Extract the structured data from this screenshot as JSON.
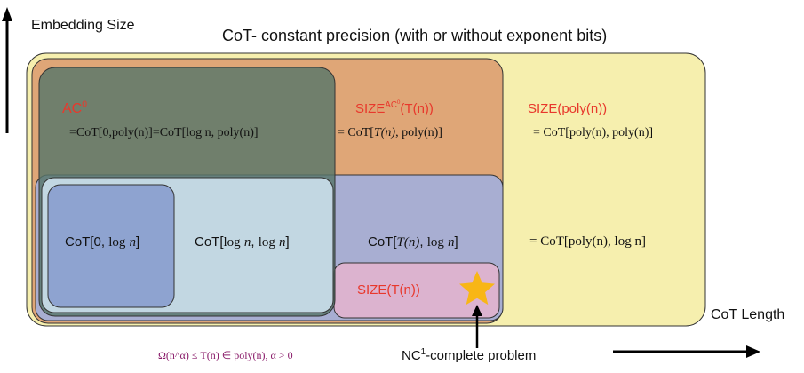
{
  "axes": {
    "y_label": "Embedding Size",
    "x_label": "CoT Length"
  },
  "title": "CoT- constant precision (with or without exponent bits)",
  "regions": {
    "ac0": {
      "name": "AC",
      "name_sup": "0",
      "equation": "=CoT[0,poly(n)]=CoT[log n, poly(n)]"
    },
    "size_ac0": {
      "name": "SIZE",
      "name_sup": "AC",
      "name_sup_sup": "0",
      "name_arg": "(T(n))",
      "equation_prefix": "= CoT[",
      "equation_var": "T(n)",
      "equation_suffix": ", poly(n)]"
    },
    "size_poly": {
      "name": "SIZE(poly(n))",
      "equation": "= CoT[poly(n), poly(n)]"
    },
    "cot_0_log": {
      "prefix": "CoT[0, ",
      "log_word": "log",
      "var": "n",
      "suffix": "]"
    },
    "cot_log_log": {
      "prefix": "CoT[",
      "log1": "log",
      "var1": "n",
      "sep": ", ",
      "log2": "log",
      "var2": "n",
      "suffix": "]"
    },
    "cot_T_log": {
      "prefix": "CoT[",
      "var": "T(n)",
      "sep": ", ",
      "log_word": "log",
      "var2": "n",
      "suffix": "]"
    },
    "cot_poly_log": {
      "equation": "= CoT[poly(n), log n]"
    },
    "size_T": {
      "name": "SIZE(T(n))"
    }
  },
  "footnote": "Ω(n^α) ≤ T(n) ∈ poly(n), α > 0",
  "callout": {
    "text_base": "NC",
    "text_sup": "1",
    "text_rest": "-complete problem"
  },
  "colors": {
    "outer_yellow": "#f6efae",
    "orange": "#dfa677",
    "green": "#6f8b77",
    "light_blue": "#c7dbe8",
    "purple_blue": "#a8aed2",
    "pink": "#dcb3cf",
    "dark_blue": "#8ea3d0",
    "star": "#f8b616",
    "red_text": "#e8382c",
    "footnote_purple": "#8a1c6a"
  }
}
